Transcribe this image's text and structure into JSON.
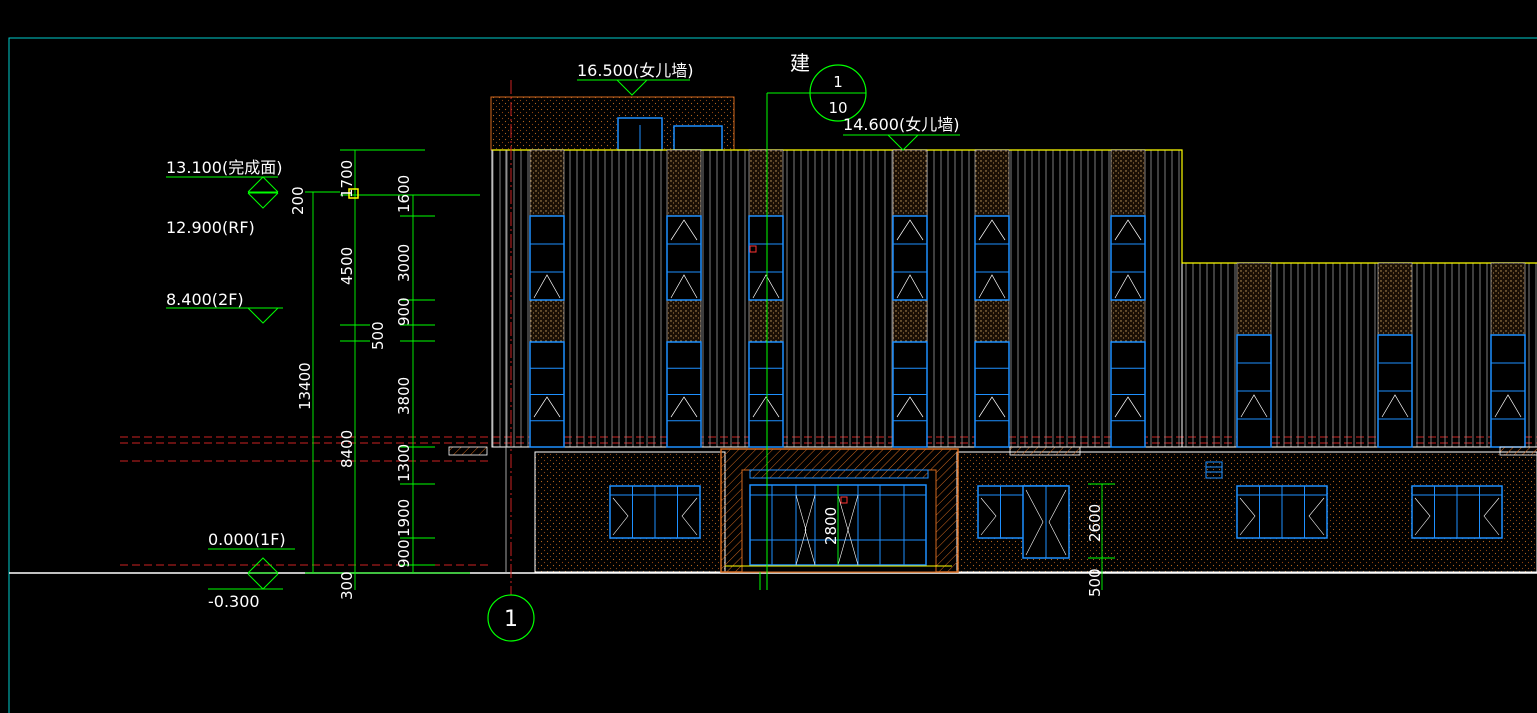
{
  "elevations": {
    "parapet_top": "16.500(女儿墙)",
    "parapet_main": "14.600(女儿墙)",
    "finish_roof": "13.100(完成面)",
    "roof": "12.900(RF)",
    "second_floor": "8.400(2F)",
    "ground": "0.000(1F)",
    "outside_ground": "-0.300"
  },
  "detail_callout": {
    "prefix": "建",
    "number": "1",
    "sheet": "10"
  },
  "axis_marker": "1",
  "dims_outer": {
    "total": "13400",
    "upper": "4500",
    "mid": "500",
    "lower": "8400",
    "bottom": "300",
    "top_small": "200",
    "top_dim": "1700"
  },
  "dims_inner": {
    "d1": "1600",
    "d2": "3000",
    "d3": "900",
    "d4": "3800",
    "d5": "1300",
    "d6": "1900",
    "d7": "900"
  },
  "dims_facade": {
    "door_height": "2800",
    "window_height": "2600",
    "sill": "500"
  },
  "colors": {
    "frame": "#00ffff",
    "dim": "#00ff00",
    "text": "#ffffff",
    "window": "#1e90ff",
    "wall": "#ffffff",
    "brick": "#d2691e",
    "roofline": "#ffff00",
    "centerline": "#ff3333"
  }
}
